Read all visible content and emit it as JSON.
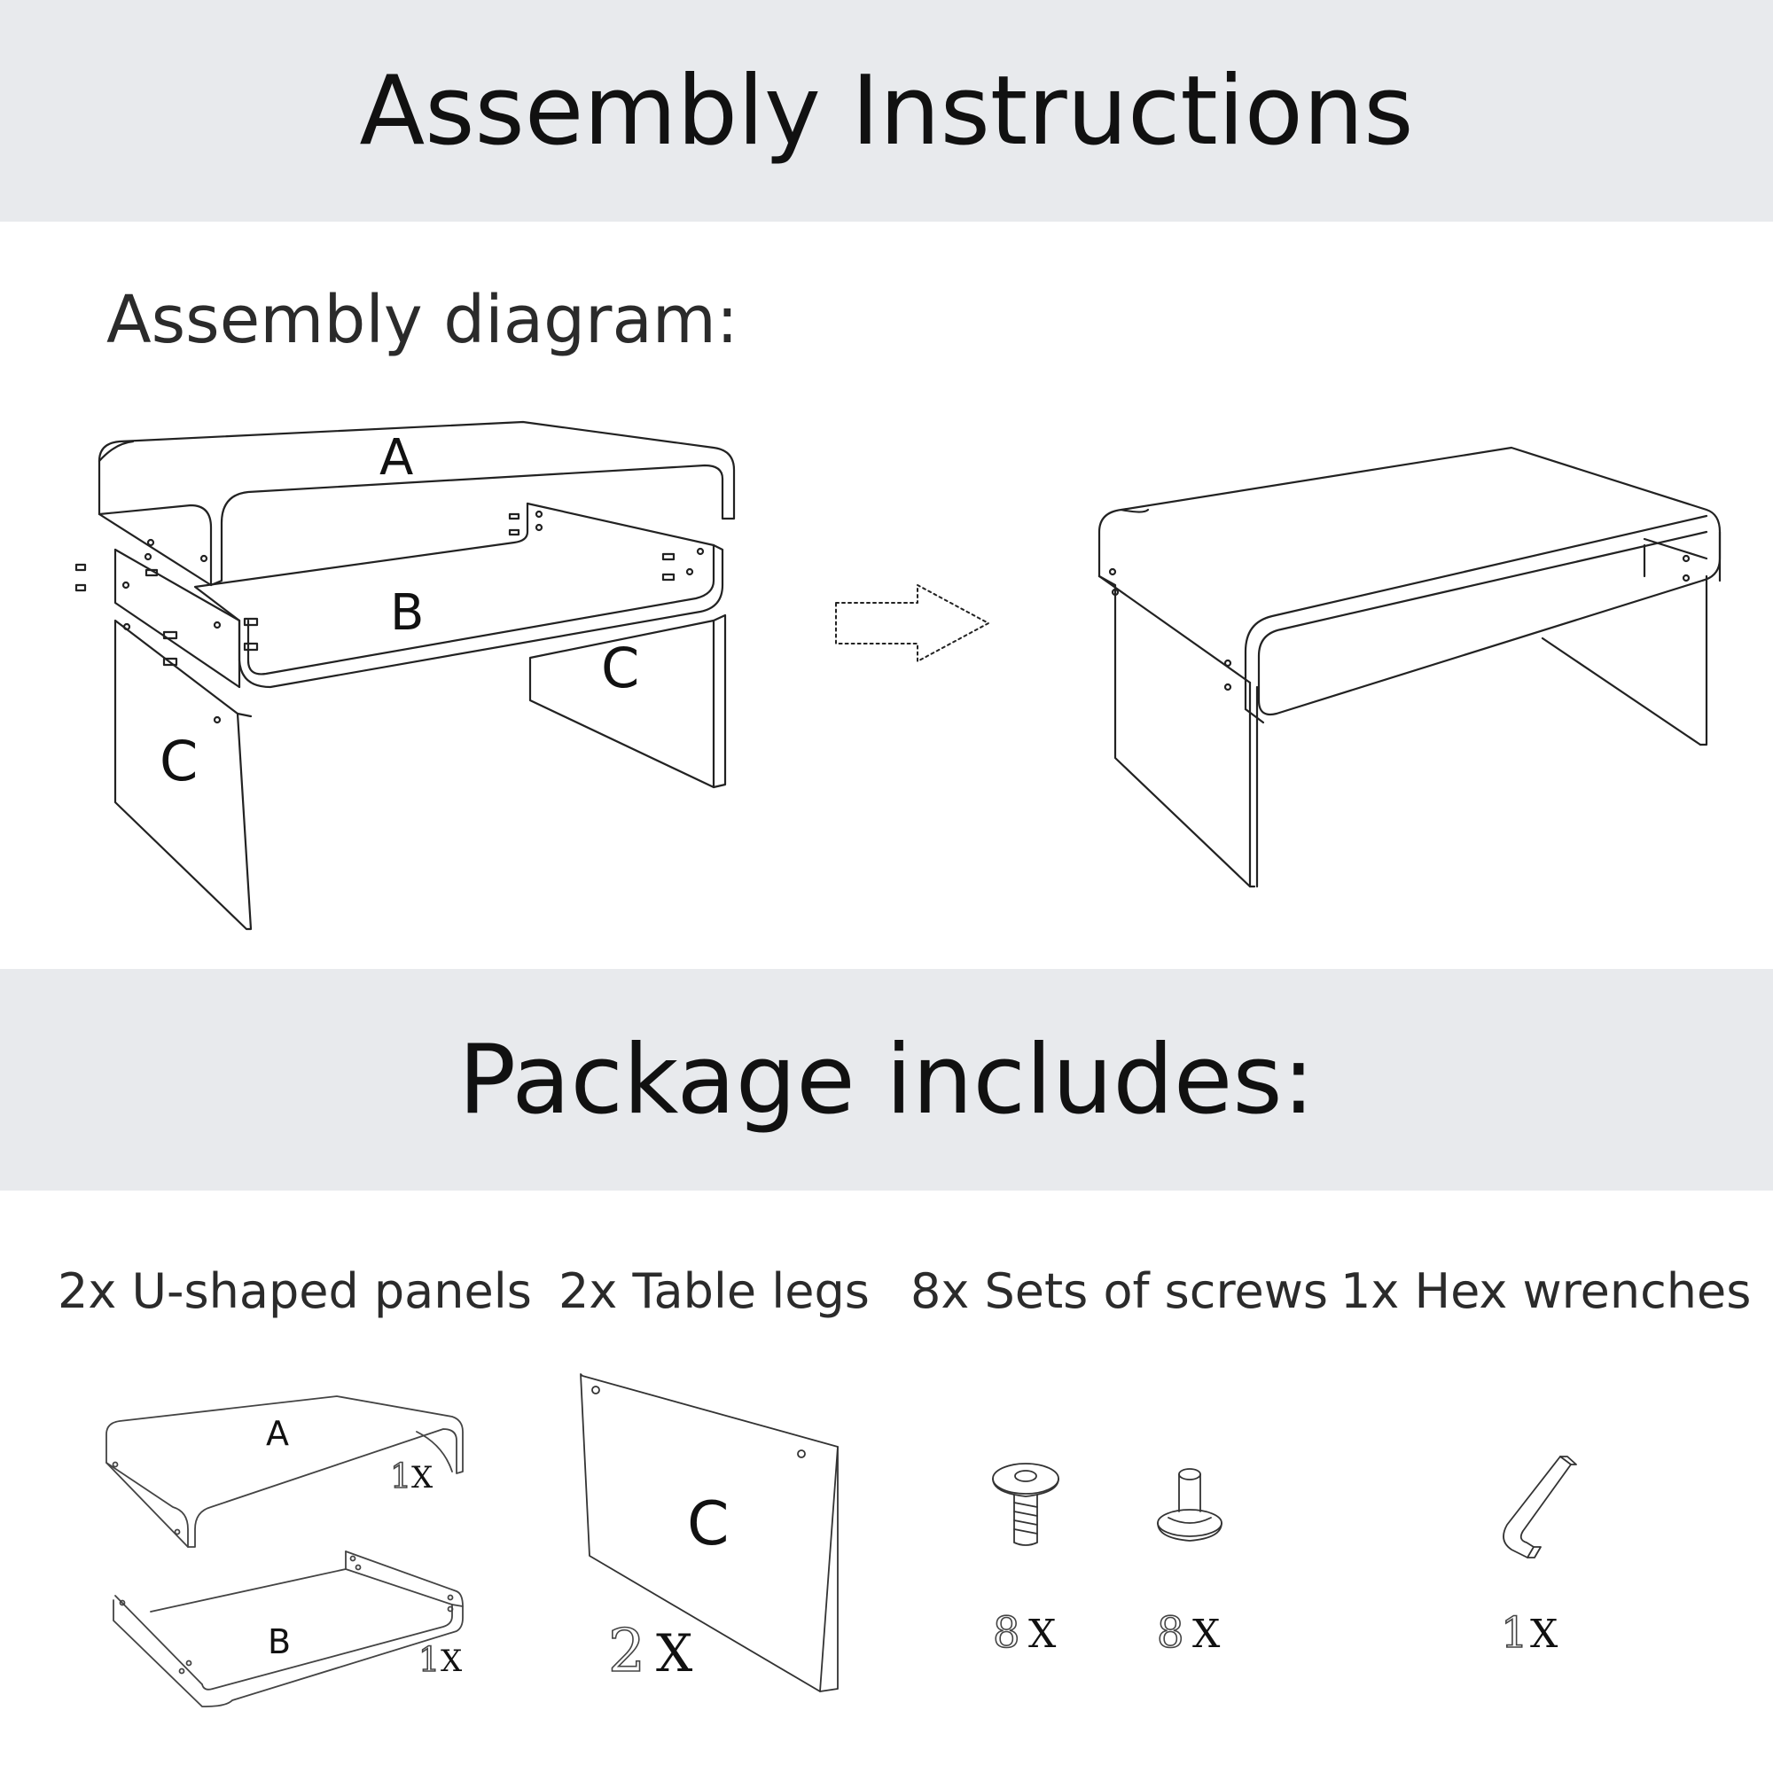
{
  "header": {
    "title": "Assembly Instructions"
  },
  "diagram": {
    "title": "Assembly diagram:",
    "parts": {
      "a": "A",
      "b": "B",
      "c_left": "C",
      "c_right": "C"
    }
  },
  "package": {
    "title": "Package includes:",
    "items": [
      {
        "label": "2x U-shaped panels"
      },
      {
        "label": "2x Table legs"
      },
      {
        "label": "8x Sets of screws"
      },
      {
        "label": "1x Hex wrenches"
      }
    ],
    "panel_a": {
      "letter": "A",
      "qty": "1",
      "x": "X"
    },
    "panel_b": {
      "letter": "B",
      "qty": "1",
      "x": "X"
    },
    "leg": {
      "letter": "C",
      "qty": "2",
      "x": "X"
    },
    "screw_1": {
      "qty": "8",
      "x": "X"
    },
    "screw_2": {
      "qty": "8",
      "x": "X"
    },
    "wrench": {
      "qty": "1",
      "x": "X"
    }
  }
}
